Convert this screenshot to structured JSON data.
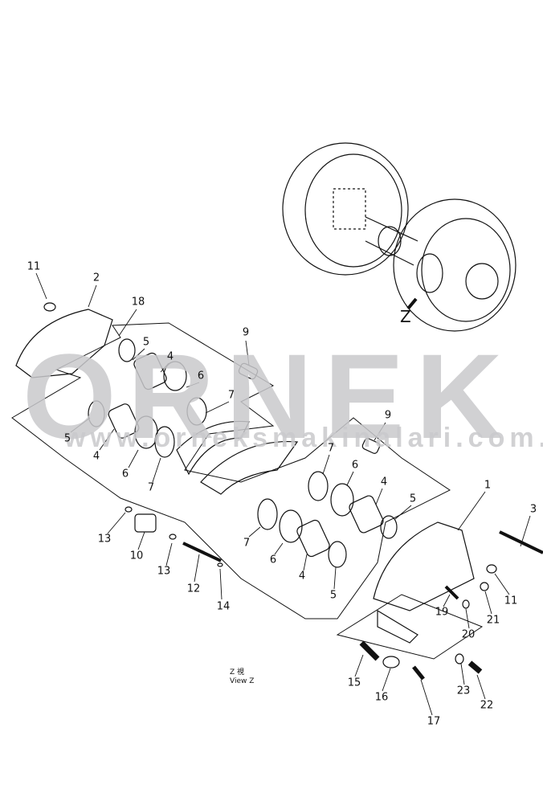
{
  "watermark": {
    "logo": "ORNEK",
    "url": "www.orneksmakinalari.com.tr"
  },
  "view_label": {
    "line1": "Z 視",
    "line2": "View Z"
  },
  "z_marker": "Z",
  "callouts": [
    "11",
    "2",
    "18",
    "9",
    "5",
    "4",
    "6",
    "7",
    "5",
    "4",
    "6",
    "7",
    "9",
    "7",
    "6",
    "4",
    "5",
    "1",
    "3",
    "13",
    "10",
    "13",
    "12",
    "14",
    "7",
    "6",
    "4",
    "5",
    "11",
    "19",
    "21",
    "20",
    "15",
    "16",
    "17",
    "23",
    "22"
  ]
}
